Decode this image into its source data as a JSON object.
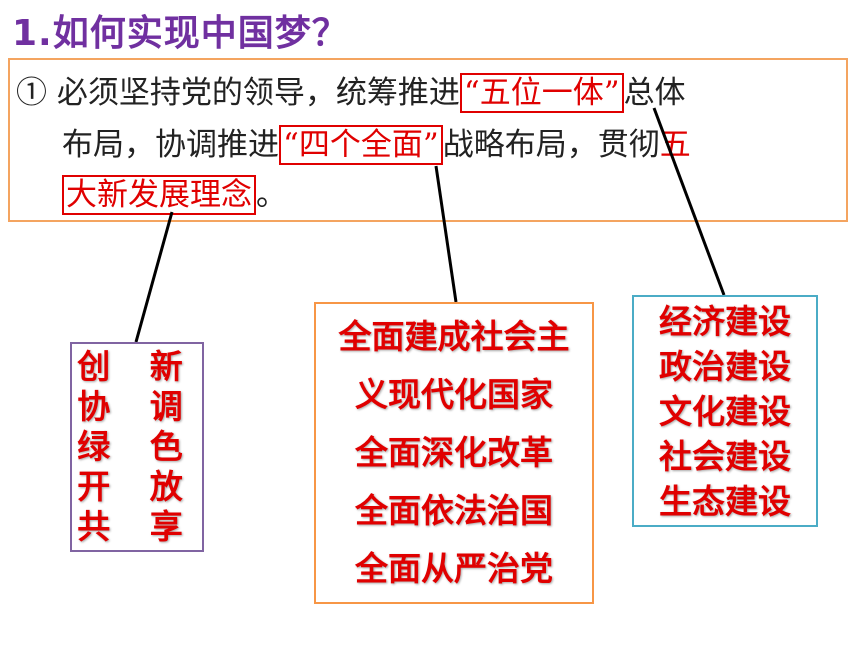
{
  "title": "1.如何实现中国梦？",
  "main": {
    "marker": "①",
    "line1_a": "必须坚持党的领导，统筹推进",
    "five_in_one": "“五位一体”",
    "line1_b": "总体",
    "line2_a": "布局，协调推进",
    "four_comprehensive": "“四个全面”",
    "line2_b": "战略布局，贯彻",
    "line2_c": "五",
    "line3_a": "大新发展理念",
    "line3_b": "。"
  },
  "new_concepts": [
    "创 新",
    "协 调",
    "绿 色",
    "开 放",
    "共 享"
  ],
  "four_comprehensive_items": [
    "全面建成社会主",
    "义现代化国家",
    "全面深化改革",
    "全面依法治国",
    "全面从严治党"
  ],
  "five_construction_items": [
    "经济建设",
    "政治建设",
    "文化建设",
    "社会建设",
    "生态建设"
  ]
}
